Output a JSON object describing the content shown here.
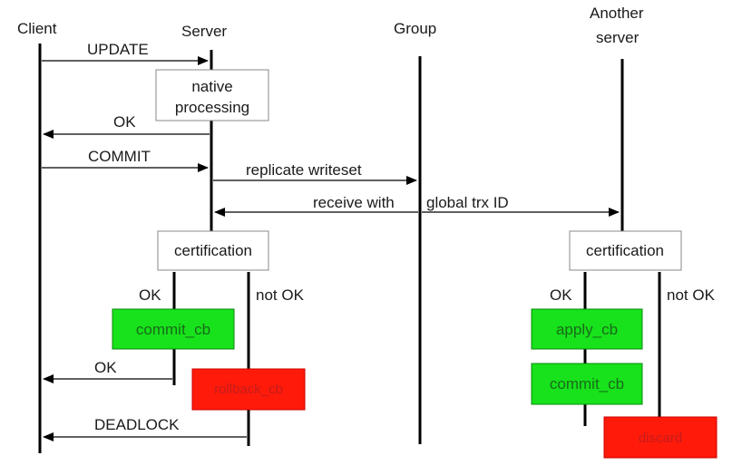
{
  "participants": {
    "client": "Client",
    "server": "Server",
    "group": "Group",
    "another_server_line1": "Another",
    "another_server_line2": "server"
  },
  "messages": {
    "update": "UPDATE",
    "ok1": "OK",
    "commit": "COMMIT",
    "replicate": "replicate writeset",
    "receive": "receive with",
    "global_trx": "global trx ID",
    "ok2": "OK",
    "deadlock": "DEADLOCK"
  },
  "boxes": {
    "native_line1": "native",
    "native_line2": "processing",
    "certification_server": "certification",
    "certification_other": "certification",
    "commit_cb_server": "commit_cb",
    "rollback_cb_server": "rollback_cb",
    "apply_cb_other": "apply_cb",
    "commit_cb_other": "commit_cb",
    "discard_other": "discard"
  },
  "branches": {
    "server_ok": "OK",
    "server_not_ok": "not OK",
    "other_ok": "OK",
    "other_not_ok": "not OK"
  },
  "colors": {
    "success": "#17e21b",
    "failure": "#ff1a0a"
  }
}
